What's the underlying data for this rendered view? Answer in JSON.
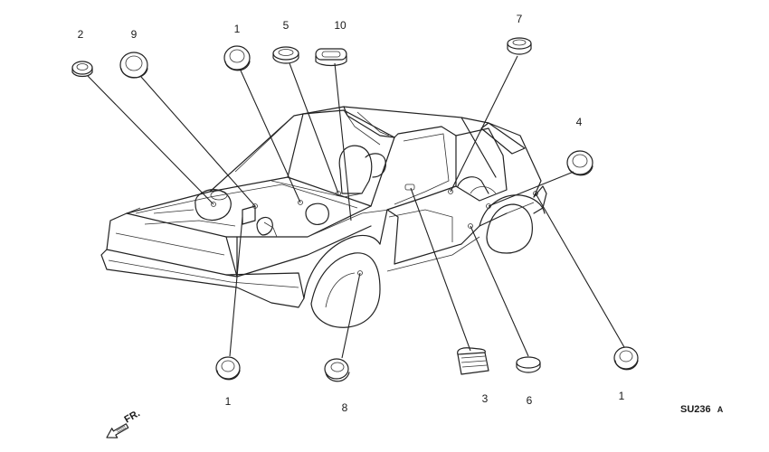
{
  "diagram": {
    "figure_code": "SU236",
    "figure_suffix": "A",
    "direction_label": "FR.",
    "callouts": [
      {
        "id": "c2",
        "label": "2"
      },
      {
        "id": "c9",
        "label": "9"
      },
      {
        "id": "c1a",
        "label": "1"
      },
      {
        "id": "c5",
        "label": "5"
      },
      {
        "id": "c10",
        "label": "10"
      },
      {
        "id": "c7",
        "label": "7"
      },
      {
        "id": "c4",
        "label": "4"
      },
      {
        "id": "c1b",
        "label": "1"
      },
      {
        "id": "c8",
        "label": "8"
      },
      {
        "id": "c3",
        "label": "3"
      },
      {
        "id": "c6",
        "label": "6"
      },
      {
        "id": "c1c",
        "label": "1"
      }
    ]
  }
}
